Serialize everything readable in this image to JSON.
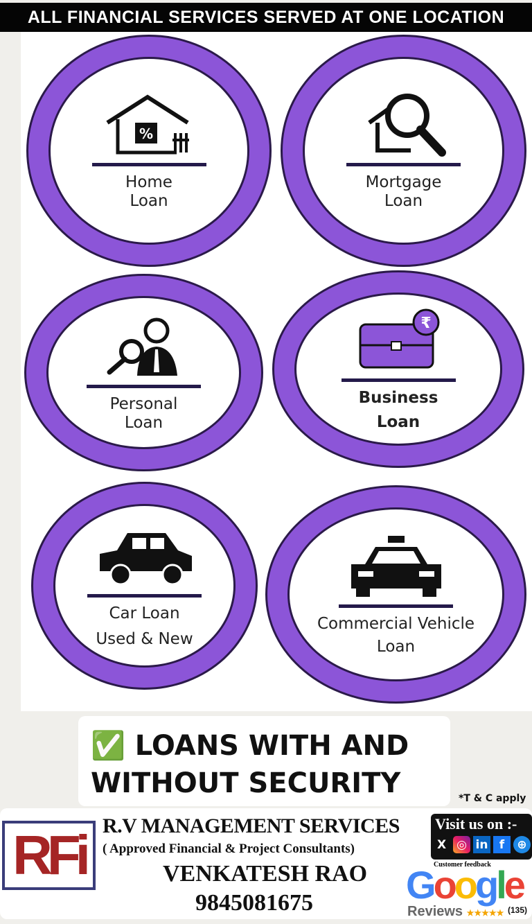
{
  "banner": "ALL FINANCIAL SERVICES SERVED AT ONE LOCATION",
  "colors": {
    "ring": "#8c55d8",
    "outline": "#2b1a4a"
  },
  "services": [
    {
      "icon": "house-percent-icon",
      "line1": "Home",
      "line2": "Loan"
    },
    {
      "icon": "house-magnifier-icon",
      "line1": "Mortgage",
      "line2": "Loan"
    },
    {
      "icon": "person-magnifier-icon",
      "line1": "Personal",
      "line2": "Loan"
    },
    {
      "icon": "briefcase-rupee-icon",
      "line1": "Business",
      "line2": "Loan"
    },
    {
      "icon": "car-icon",
      "line1": "Car Loan",
      "line2": "Used & New"
    },
    {
      "icon": "taxi-icon",
      "line1": "Commercial Vehicle",
      "line2": "Loan"
    }
  ],
  "security": {
    "check": "✅",
    "line1": "LOANS WITH AND",
    "line2": "WITHOUT SECURITY"
  },
  "terms": "*T & C apply",
  "footer": {
    "logo": "RFi",
    "company": "R.V MANAGEMENT SERVICES",
    "tagline": "( Approved Financial & Project Consultants)",
    "person": "VENKATESH RAO",
    "phone": "9845081675",
    "visit": "Visit us on :-",
    "social": [
      "X",
      "in",
      "f"
    ],
    "feedback": "Customer feedback",
    "google": "Google",
    "reviews": "Reviews",
    "stars": "★★★★★",
    "review_count": "(135)"
  }
}
